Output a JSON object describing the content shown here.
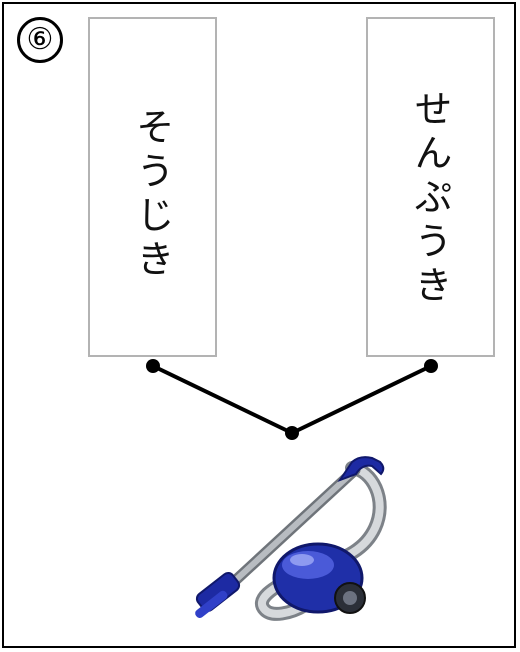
{
  "item_number": "⑥",
  "choices": [
    {
      "word": "そうじき"
    },
    {
      "word": "せんぷうき"
    }
  ],
  "picture": {
    "icon": "vacuum-cleaner-icon"
  },
  "colors": {
    "line": "#000000",
    "card_border": "#b3b3b3",
    "cleaner_body": "#1f2fa8",
    "cleaner_pipe": "#8a8f96"
  }
}
